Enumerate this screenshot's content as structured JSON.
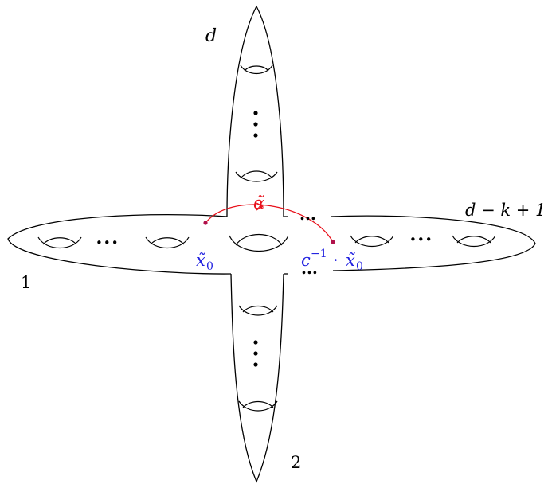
{
  "labels": {
    "d": "d",
    "d_minus_k_plus_1": "d − k + 1",
    "one": "1",
    "two": "2",
    "alpha": "α̃",
    "x0": "x̃",
    "x0_sub": "0",
    "c": "c",
    "c_sup": "−1",
    "dot": "·",
    "x0_right": "x̃",
    "x0_right_sub": "0",
    "ellipsis_h_left": "•••",
    "ellipsis_h_right": "•••",
    "ellipsis_top": "...",
    "ellipsis_bottom": "..."
  },
  "colors": {
    "stroke": "#000000",
    "path": "#e8101a",
    "point": "#b0104a",
    "label_blue": "#2020e0"
  }
}
